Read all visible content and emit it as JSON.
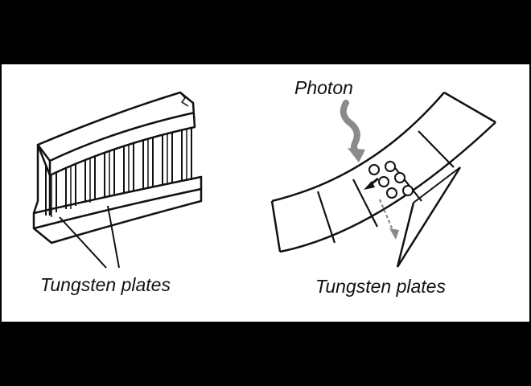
{
  "labels": {
    "left_plates": "Tungsten plates",
    "right_plates": "Tungsten plates",
    "photon": "Photon"
  },
  "colors": {
    "background_bar": "#000000",
    "panel": "#ffffff",
    "ink": "#111111",
    "photon_arrow": "#8a8a8a"
  }
}
